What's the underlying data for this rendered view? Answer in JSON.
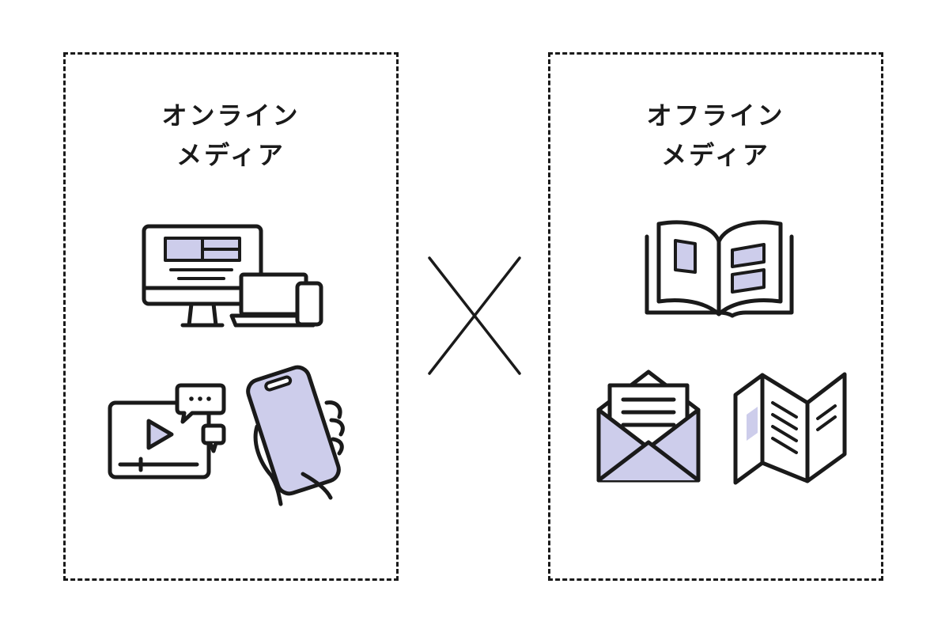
{
  "online": {
    "title_line1": "オンライン",
    "title_line2": "メディア"
  },
  "offline": {
    "title_line1": "オフライン",
    "title_line2": "メディア"
  },
  "colors": {
    "stroke": "#1a1a1a",
    "accent_fill": "#cdcdeb",
    "background": "#ffffff"
  },
  "icons": {
    "online": [
      "devices-icon",
      "video-chat-icon",
      "smartphone-hand-icon"
    ],
    "offline": [
      "open-book-icon",
      "envelope-letter-icon",
      "folded-leaflet-icon"
    ],
    "separator": "cross-icon"
  }
}
